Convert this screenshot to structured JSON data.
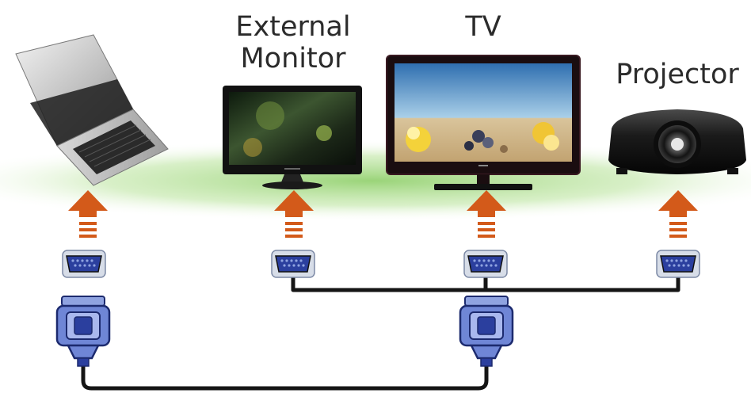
{
  "labels": {
    "external_monitor": "External Monitor",
    "tv": "TV",
    "projector": "Projector"
  },
  "colors": {
    "arrow": "#d35a1a",
    "port_body": "#2b3f9e",
    "cable": "#151515",
    "ground_glow": "#8fcf6a",
    "label_text": "#2b2b2b"
  },
  "devices": [
    "laptop",
    "external-monitor",
    "tv",
    "projector"
  ],
  "icons": [
    "upload-arrow-icon",
    "vga-port-icon",
    "vga-plug-icon"
  ]
}
